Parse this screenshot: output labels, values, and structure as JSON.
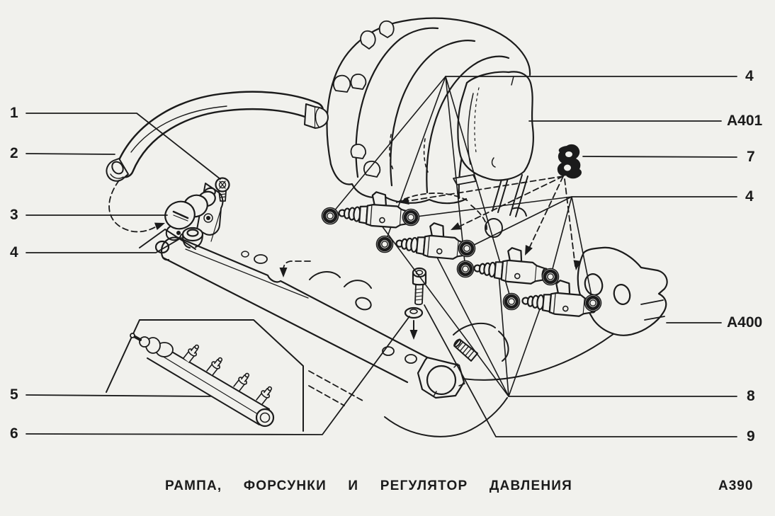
{
  "figure": {
    "caption": "РАМПА, ФОРСУНКИ И РЕГУЛЯТОР ДАВЛЕНИЯ",
    "figure_code": "A390"
  },
  "callouts": {
    "left": [
      "1",
      "2",
      "3",
      "4",
      "5",
      "6"
    ],
    "right": [
      "4",
      "A401",
      "7",
      "4",
      "A400",
      "8",
      "9"
    ]
  },
  "colors": {
    "background": "#f1f1ed",
    "ink": "#1b1b1b"
  }
}
